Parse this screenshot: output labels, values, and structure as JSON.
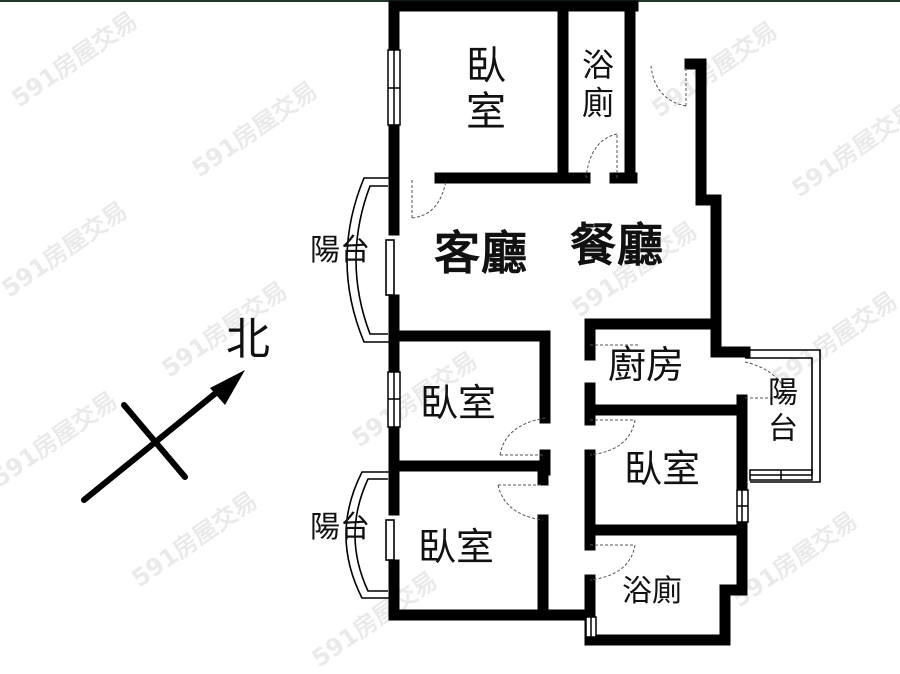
{
  "watermark": "591房屋交易",
  "compass": {
    "label": "北",
    "direction": "north-east arrow"
  },
  "rooms": {
    "living_room": "客廳",
    "dining_room": "餐廳",
    "bedroom_top": "臥室",
    "bathroom_top": "浴廁",
    "bedroom_mid_left": "臥室",
    "bedroom_bottom_left": "臥室",
    "bedroom_right": "臥室",
    "kitchen": "廚房",
    "bathroom_bottom": "浴廁",
    "balcony_left_top": "陽台",
    "balcony_left_bottom": "陽台",
    "balcony_right": "陽台"
  },
  "colors": {
    "wall": "#000000",
    "background": "#ffffff",
    "top_border": "#1f3a2a"
  }
}
